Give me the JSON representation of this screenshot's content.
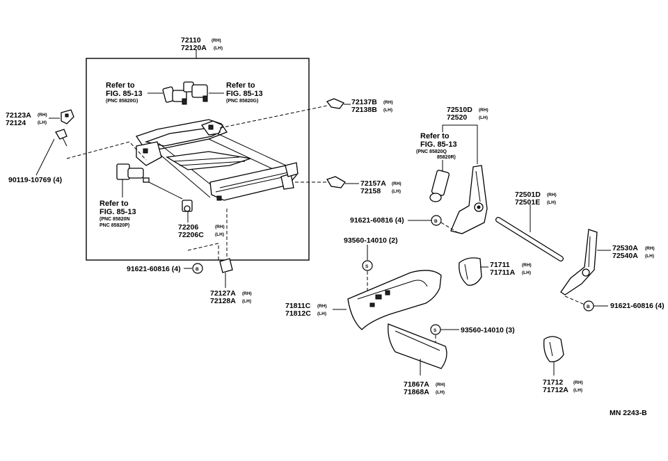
{
  "labels": {
    "p72110": "72110",
    "p72110_sfx": "(RH)",
    "p72120": "72120A",
    "p72120_sfx": "(LH)",
    "p72123a": "72123A",
    "p72123a_sfx": "(RH)",
    "p72124": "72124",
    "p72124_sfx": "(LH)",
    "p90119": "90119-10769 (4)",
    "p72137b": "72137B",
    "p72137b_sfx": "(RH)",
    "p72138b": "72138B",
    "p72138b_sfx": "(LH)",
    "p72157a": "72157A",
    "p72157a_sfx": "(RH)",
    "p72158": "72158",
    "p72158_sfx": "(LH)",
    "p72206": "72206",
    "p72206_sfx": "(RH)",
    "p72206c": "72206C",
    "p72206c_sfx": "(LH)",
    "p91621_a": "91621-60816 (4)",
    "p72127a": "72127A",
    "p72127a_sfx": "(RH)",
    "p72128a": "72128A",
    "p72128a_sfx": "(LH)",
    "p72510d": "72510D",
    "p72510d_sfx": "(RH)",
    "p72520": "72520",
    "p72520_sfx": "(LH)",
    "p91621_b": "91621-60816 (4)",
    "p93560_a": "93560-14010 (2)",
    "p72501d": "72501D",
    "p72501d_sfx": "(RH)",
    "p72501e": "72501E",
    "p72501e_sfx": "(LH)",
    "p71711": "71711",
    "p71711_sfx": "(RH)",
    "p71711a": "71711A",
    "p71711a_sfx": "(LH)",
    "p72530a": "72530A",
    "p72530a_sfx": "(RH)",
    "p72540a": "72540A",
    "p72540a_sfx": "(LH)",
    "p91621_c": "91621-60816 (4)",
    "p71811c": "71811C",
    "p71811c_sfx": "(RH)",
    "p71812c": "71812C",
    "p71812c_sfx": "(LH)",
    "p93560_b": "93560-14010 (3)",
    "p71867a": "71867A",
    "p71867a_sfx": "(RH)",
    "p71868a": "71868A",
    "p71868a_sfx": "(LH)",
    "p71712": "71712",
    "p71712_sfx": "(RH)",
    "p71712a": "71712A",
    "p71712a_sfx": "(LH)"
  },
  "refs": {
    "r1_refer": "Refer to",
    "r1_fig": "FIG. 85-13",
    "r1_pnc": "(PNC 85820G)",
    "r2_refer": "Refer to",
    "r2_fig": "FIG. 85-13",
    "r2_pnc": "(PNC 85820G)",
    "r3_refer": "Refer to",
    "r3_fig": "FIG. 85-13",
    "r3_pnc1": "(PNC 85820N",
    "r3_pnc2": "PNC 85820P)",
    "r4_refer": "Refer to",
    "r4_fig": "FIG. 85-13",
    "r4_pnc1": "(PNC 85820Q",
    "r4_pnc2": "85820R)"
  },
  "markers": {
    "b": "B",
    "s": "S"
  },
  "footer": {
    "code": "MN 2243-B"
  }
}
